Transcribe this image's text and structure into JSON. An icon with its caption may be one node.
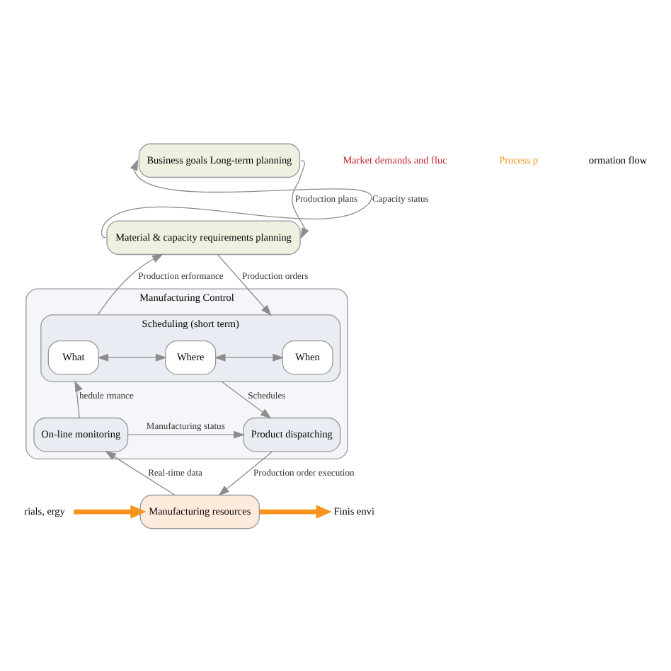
{
  "diagram": {
    "nodes": [
      {
        "text": [
          "Business goals Long-term planning"
        ]
      },
      {
        "text": [
          "Material & capacity requirements planning"
        ]
      },
      {
        "text": [
          "Manufacturing Control"
        ]
      },
      {
        "text": [
          "Scheduling (short term)"
        ],
        "in": 2
      },
      {
        "text": [
          "What"
        ],
        "in": 3
      },
      {
        "text": [
          "Where"
        ],
        "in": 3
      },
      {
        "text": [
          "When"
        ],
        "in": 3
      },
      {
        "text": [
          "On-line monitoring"
        ],
        "in": 2
      },
      {
        "text": [
          "Product dispatching"
        ],
        "in": 2
      },
      {
        "text": [
          "Manufacturing resources"
        ]
      },
      {
        "text": [
          "rials, ergy"
        ]
      },
      {
        "text": [
          "Finis envi"
        ]
      }
    ],
    "edges": [
      {
        "from": 1,
        "to": 0,
        "arrow": "to",
        "label": "Capacity status"
      },
      {
        "from": 0,
        "to": 1,
        "arrow": "to",
        "label": "Production plans"
      },
      {
        "from": 3,
        "to": 1,
        "arrow": "to",
        "label": "Production erformance"
      },
      {
        "from": 1,
        "to": 3,
        "arrow": "to",
        "label": "Production orders"
      },
      {
        "from": 4,
        "to": 5,
        "arrow": "both"
      },
      {
        "from": 5,
        "to": 6,
        "arrow": "both"
      },
      {
        "from": 3,
        "to": 8,
        "arrow": "to",
        "label": "Schedules"
      },
      {
        "from": 7,
        "to": 8,
        "arrow": "to",
        "label": "Manufacturing status"
      },
      {
        "from": 7,
        "to": 3,
        "arrow": "to",
        "label": "hedule rmance"
      },
      {
        "from": 9,
        "to": 7,
        "arrow": "to",
        "label": "Real-time data"
      },
      {
        "from": 8,
        "to": 9,
        "arrow": "to",
        "label": "Production order execution"
      },
      {
        "from": 10,
        "to": 9,
        "arrow": "to",
        "style": "thick",
        "color": "#f7941d"
      },
      {
        "from": 9,
        "to": 11,
        "arrow": "to",
        "style": "thick",
        "color": "#f7941d"
      }
    ],
    "labels": [
      "Market demands and fluc",
      "Process p",
      "ormation flow"
    ]
  }
}
